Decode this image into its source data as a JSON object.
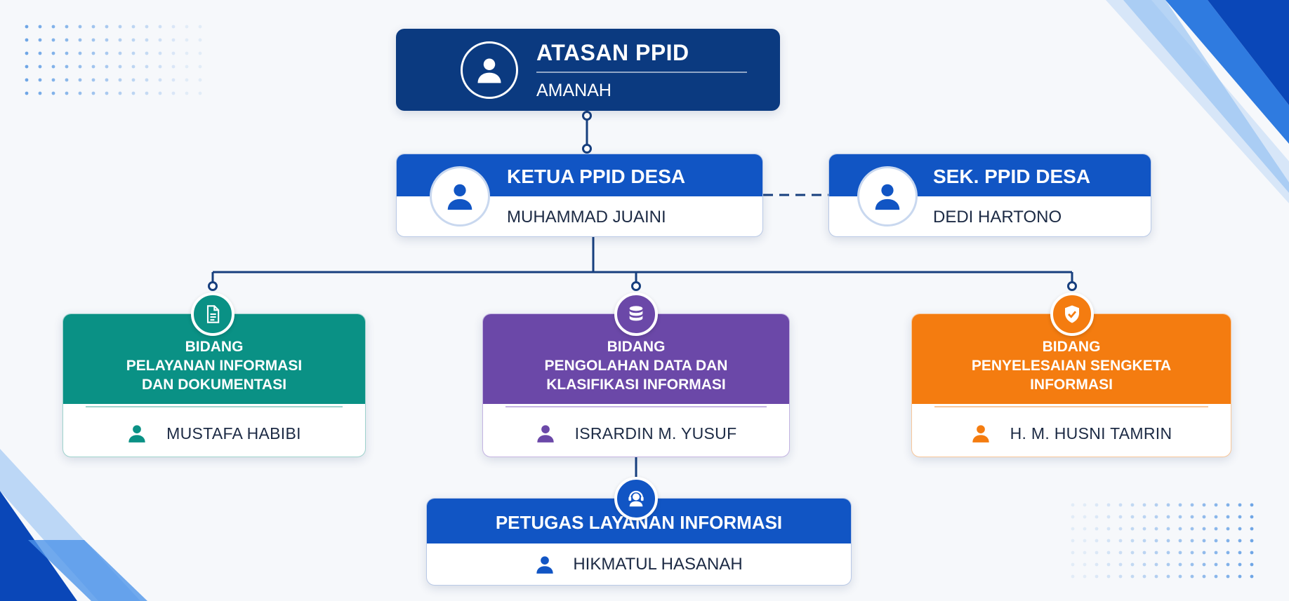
{
  "head": {
    "title": "ATASAN PPID",
    "name": "AMANAH",
    "icon": "user-icon"
  },
  "chair": {
    "title": "KETUA PPID DESA",
    "name": "MUHAMMAD JUAINI",
    "icon": "user-icon"
  },
  "secretary": {
    "title": "SEK. PPID DESA",
    "name": "DEDI HARTONO",
    "icon": "user-icon"
  },
  "divisions": [
    {
      "lines": [
        "BIDANG",
        "PELAYANAN INFORMASI",
        "DAN DOKUMENTASI"
      ],
      "name": "MUSTAFA HABIBI",
      "icon": "document-icon",
      "color": "#0a9185"
    },
    {
      "lines": [
        "BIDANG",
        "PENGOLAHAN DATA DAN",
        "KLASIFIKASI INFORMASI"
      ],
      "name": "ISRARDIN M. YUSUF",
      "icon": "database-icon",
      "color": "#6b48a8"
    },
    {
      "lines": [
        "BIDANG",
        "PENYELESAIAN SENGKETA",
        "INFORMASI"
      ],
      "name": "H. M. HUSNI TAMRIN",
      "icon": "shield-check-icon",
      "color": "#f47c10"
    }
  ],
  "service_officer": {
    "title": "PETUGAS LAYANAN INFORMASI",
    "name": "HIKMATUL HASANAH",
    "icon": "headset-icon"
  },
  "colors": {
    "navy": "#0b3a80",
    "blue": "#1155c4",
    "teal": "#0a9185",
    "purple": "#6b48a8",
    "orange": "#f47c10"
  }
}
